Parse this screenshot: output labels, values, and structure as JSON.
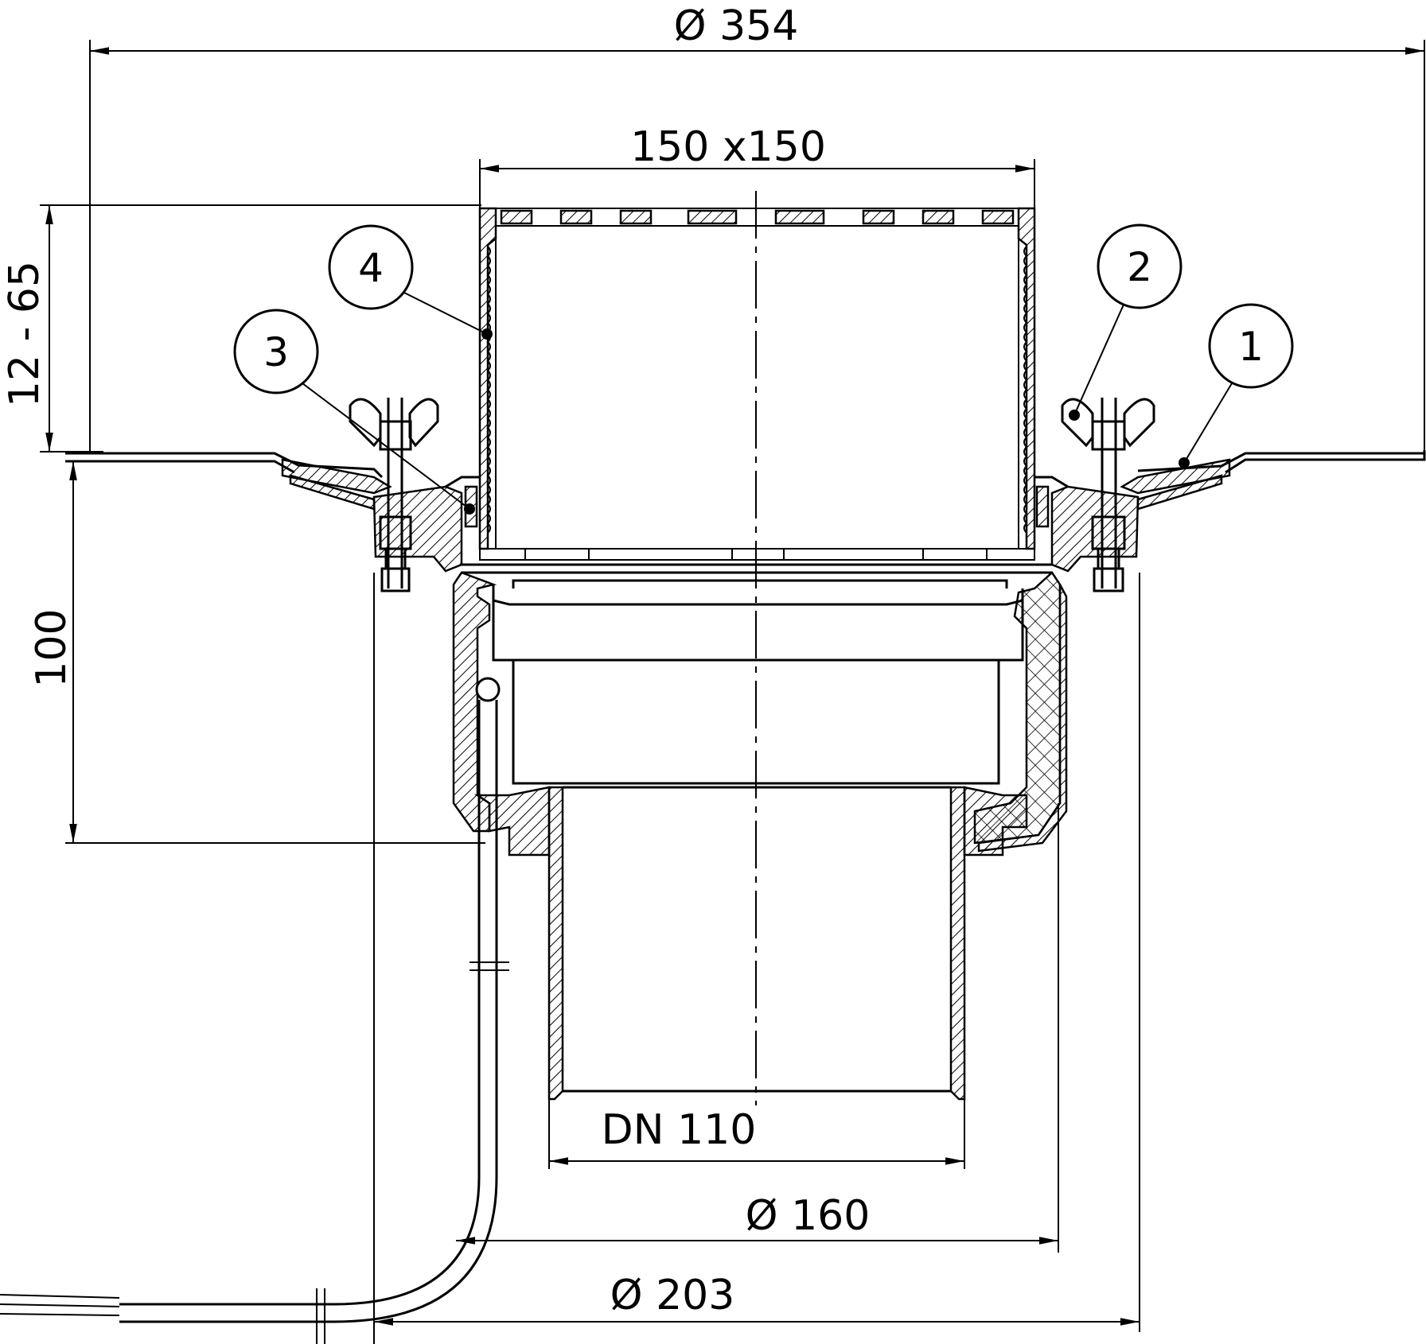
{
  "dimensions": {
    "top_diameter": "Ø 354",
    "grate_size": "150 x150",
    "height_range": "12 - 65",
    "depth": "100",
    "outlet": "DN 110",
    "mid_diameter": "Ø 160",
    "bottom_diameter": "Ø 203"
  },
  "callouts": [
    "1",
    "2",
    "3",
    "4"
  ]
}
